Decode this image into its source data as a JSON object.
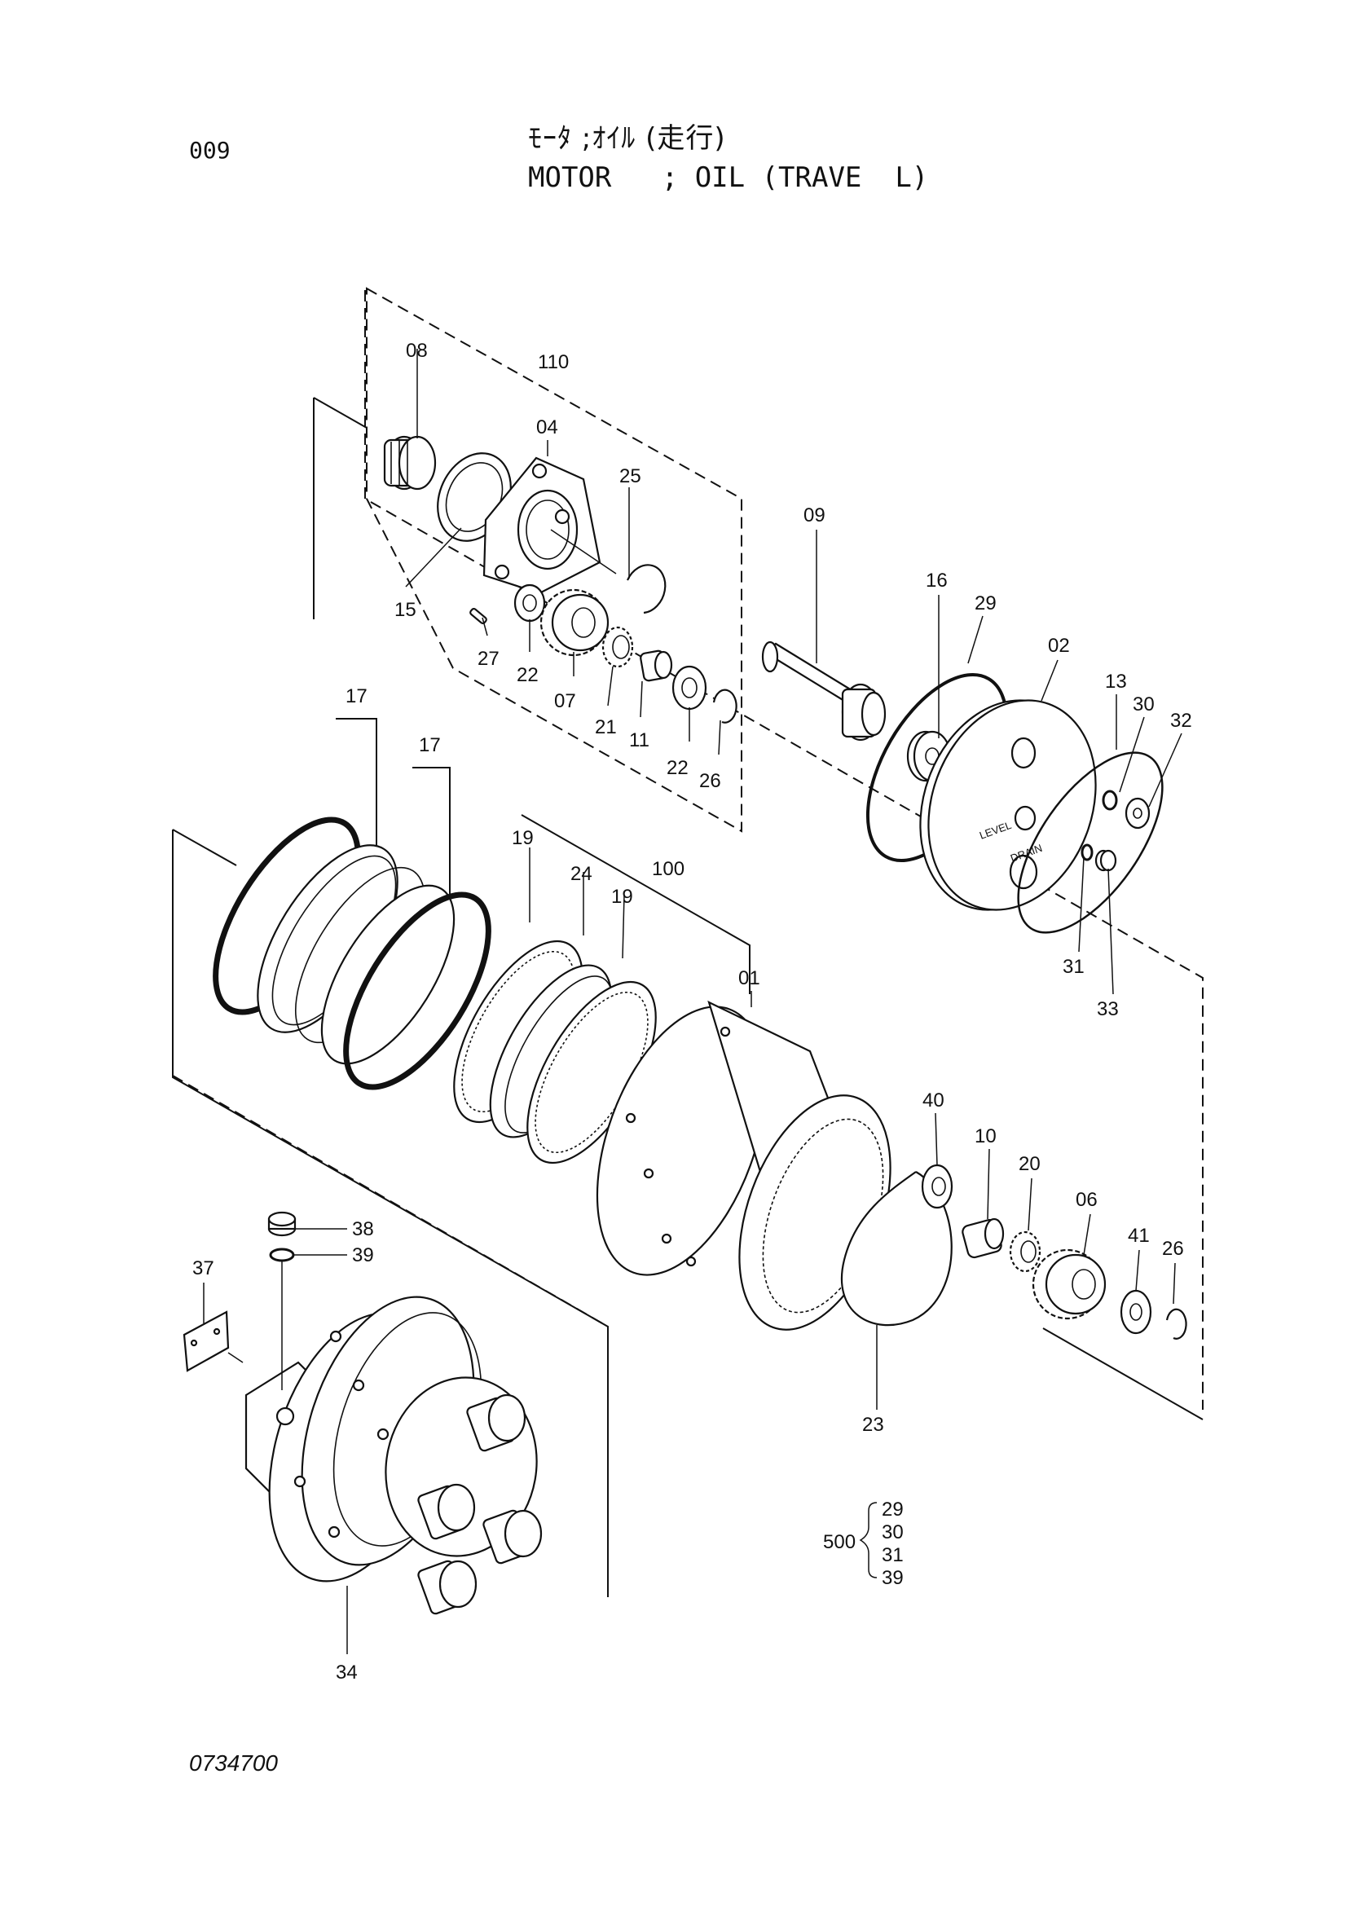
{
  "header": {
    "page_number": "009",
    "title_jp": "ﾓｰﾀ ;ｵｲﾙ (走行)",
    "title_en": "MOTOR   ; OIL (TRAVE  L)"
  },
  "footer": {
    "document_number": "0734700"
  },
  "callouts": {
    "c01": "01",
    "c02": "02",
    "c04": "04",
    "c06": "06",
    "c07": "07",
    "c08": "08",
    "c09": "09",
    "c10": "10",
    "c11": "11",
    "c13": "13",
    "c15": "15",
    "c16": "16",
    "c17a": "17",
    "c17b": "17",
    "c19a": "19",
    "c19b": "19",
    "c20": "20",
    "c21": "21",
    "c22a": "22",
    "c22b": "22",
    "c23": "23",
    "c24": "24",
    "c25": "25",
    "c26a": "26",
    "c26b": "26",
    "c27": "27",
    "c29": "29",
    "c30": "30",
    "c31": "31",
    "c32": "32",
    "c33": "33",
    "c34": "34",
    "c37": "37",
    "c38": "38",
    "c39": "39",
    "c40": "40",
    "c41": "41",
    "c100": "100",
    "c110": "110"
  },
  "kit": {
    "number": "500",
    "items": [
      "29",
      "30",
      "31",
      "39"
    ]
  },
  "plate_text": {
    "level": "LEVEL",
    "drain": "DRAIN"
  }
}
